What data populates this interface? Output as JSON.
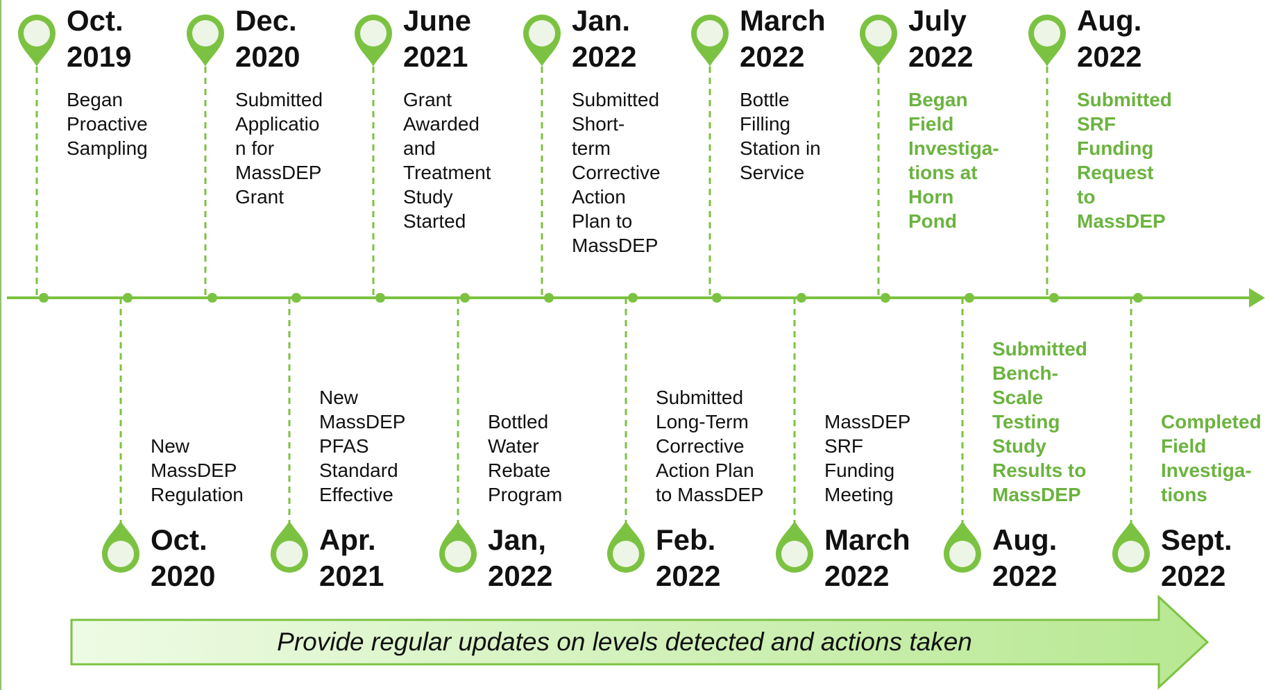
{
  "colors": {
    "accent": "#7cc242",
    "highlight_text": "#6bb33f",
    "pin_fill": "#edf5e6",
    "banner_light": "#eefbe5",
    "banner_dark": "#b7e891"
  },
  "banner": {
    "text": "Provide regular updates on levels detected and actions taken"
  },
  "milestones": [
    {
      "position": "top",
      "date": "Oct.\n2019",
      "text": "Began\nProactive\nSampling",
      "highlight": false
    },
    {
      "position": "bottom",
      "date": "Oct.\n2020",
      "text": "New\nMassDEP\nRegulation",
      "highlight": false
    },
    {
      "position": "top",
      "date": "Dec.\n2020",
      "text": "Submitted\nApplicatio\nn for\nMassDEP\nGrant",
      "highlight": false
    },
    {
      "position": "bottom",
      "date": "Apr.\n2021",
      "text": "New\nMassDEP\nPFAS\nStandard\nEffective",
      "highlight": false
    },
    {
      "position": "top",
      "date": "June\n2021",
      "text": "Grant\nAwarded\nand\nTreatment\nStudy\nStarted",
      "highlight": false
    },
    {
      "position": "bottom",
      "date": "Jan,\n2022",
      "text": "Bottled\nWater\nRebate\nProgram",
      "highlight": false
    },
    {
      "position": "top",
      "date": "Jan.\n2022",
      "text": "Submitted\nShort-\nterm\nCorrective\nAction\nPlan to\nMassDEP",
      "highlight": false
    },
    {
      "position": "bottom",
      "date": "Feb.\n2022",
      "text": "Submitted\nLong-Term\nCorrective\nAction Plan\nto MassDEP",
      "highlight": false
    },
    {
      "position": "top",
      "date": "March\n2022",
      "text": "Bottle\nFilling\nStation in\nService",
      "highlight": false
    },
    {
      "position": "bottom",
      "date": "March\n2022",
      "text": "MassDEP\nSRF\nFunding\nMeeting",
      "highlight": false
    },
    {
      "position": "top",
      "date": "July\n2022",
      "text": "Began\nField\nInvestiga-\ntions at\nHorn\nPond",
      "highlight": true
    },
    {
      "position": "bottom",
      "date": "Aug.\n2022",
      "text": "Submitted\nBench-\nScale\nTesting\nStudy\nResults to\nMassDEP",
      "highlight": true
    },
    {
      "position": "top",
      "date": "Aug.\n2022",
      "text": "Submitted\nSRF\nFunding\nRequest\nto\nMassDEP",
      "highlight": true
    },
    {
      "position": "bottom",
      "date": "Sept.\n2022",
      "text": "Completed\nField\nInvestiga-\ntions",
      "highlight": true
    }
  ]
}
